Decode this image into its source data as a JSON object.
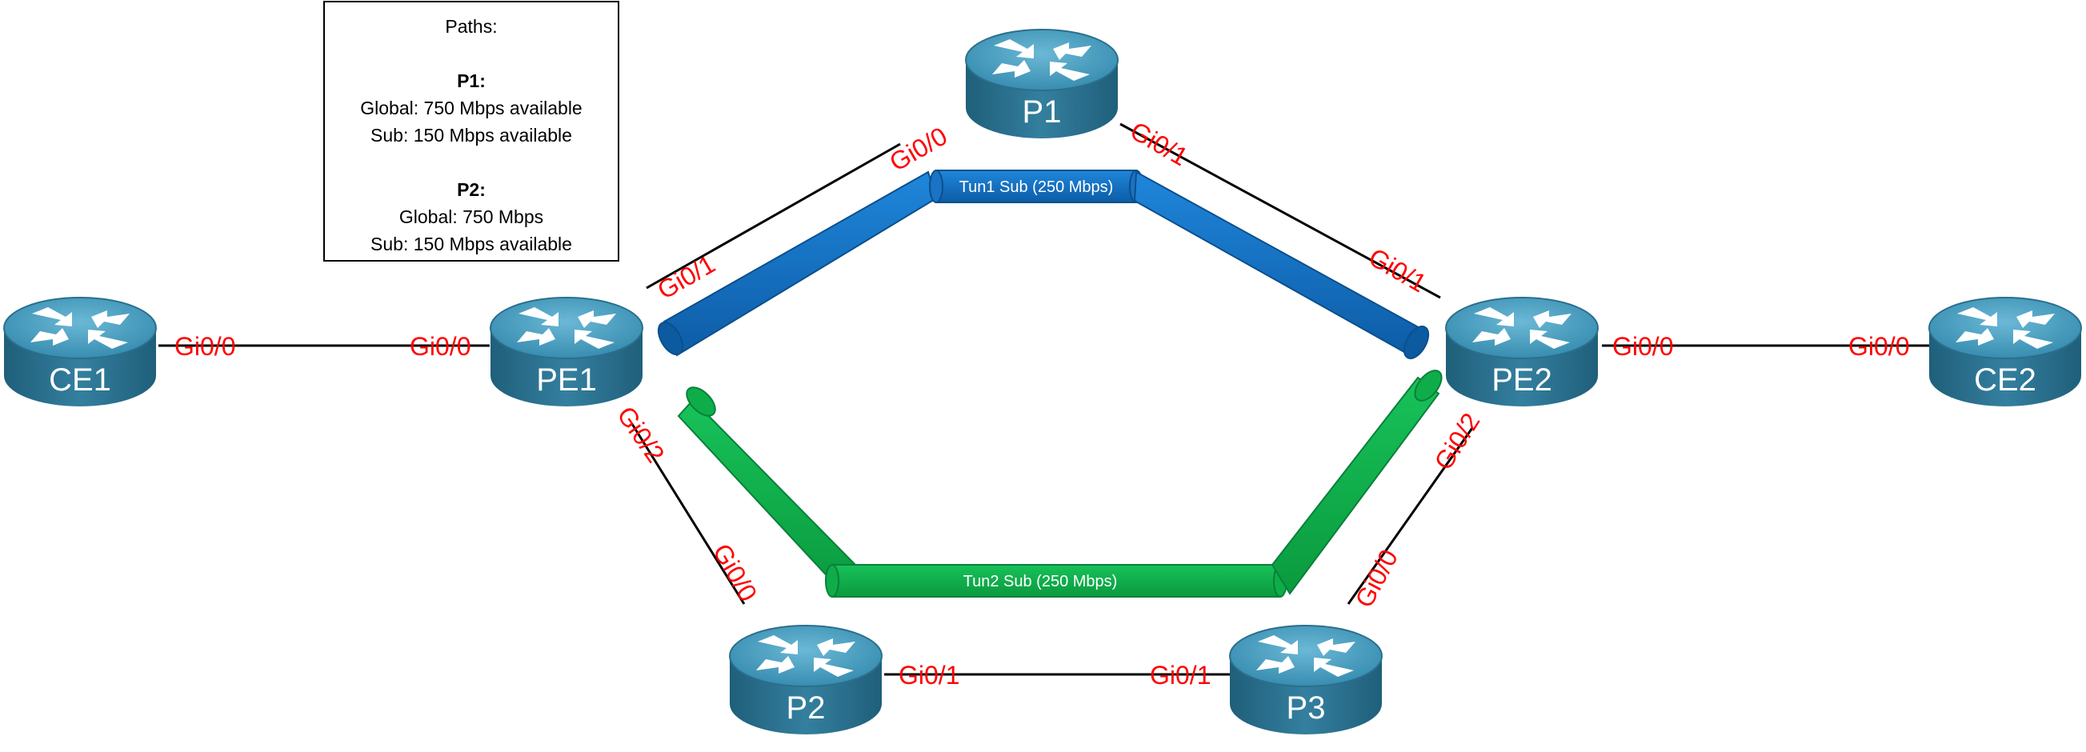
{
  "routers": {
    "CE1": "CE1",
    "PE1": "PE1",
    "P1": "P1",
    "PE2": "PE2",
    "CE2": "CE2",
    "P2": "P2",
    "P3": "P3"
  },
  "interfaces": {
    "ce1_gi00": "Gi0/0",
    "pe1_gi00": "Gi0/0",
    "pe1_gi01": "Gi0/1",
    "pe1_gi02": "Gi0/2",
    "p1_gi00": "Gi0/0",
    "p1_gi01": "Gi0/1",
    "pe2_gi01": "Gi0/1",
    "pe2_gi00": "Gi0/0",
    "pe2_gi02": "Gi0/2",
    "ce2_gi00": "Gi0/0",
    "p2_gi00": "Gi0/0",
    "p2_gi01": "Gi0/1",
    "p3_gi01": "Gi0/1",
    "p3_gi00": "Gi0/0"
  },
  "tunnels": {
    "tun1": {
      "label": "Tun1 Sub (250 Mbps)",
      "color": "#1a73c4"
    },
    "tun2": {
      "label": "Tun2 Sub (250 Mbps)",
      "color": "#0fad4a"
    }
  },
  "paths_box": {
    "title": "Paths:",
    "p1_heading": "P1:",
    "p1_global": "Global: 750 Mbps available",
    "p1_sub": "Sub: 150 Mbps available",
    "p2_heading": "P2:",
    "p2_global": "Global: 750 Mbps",
    "p2_sub": "Sub: 150 Mbps available"
  },
  "colors": {
    "interface_label": "#ff0000",
    "router_body": "#2d7796",
    "router_top": "#4a9cbc"
  }
}
